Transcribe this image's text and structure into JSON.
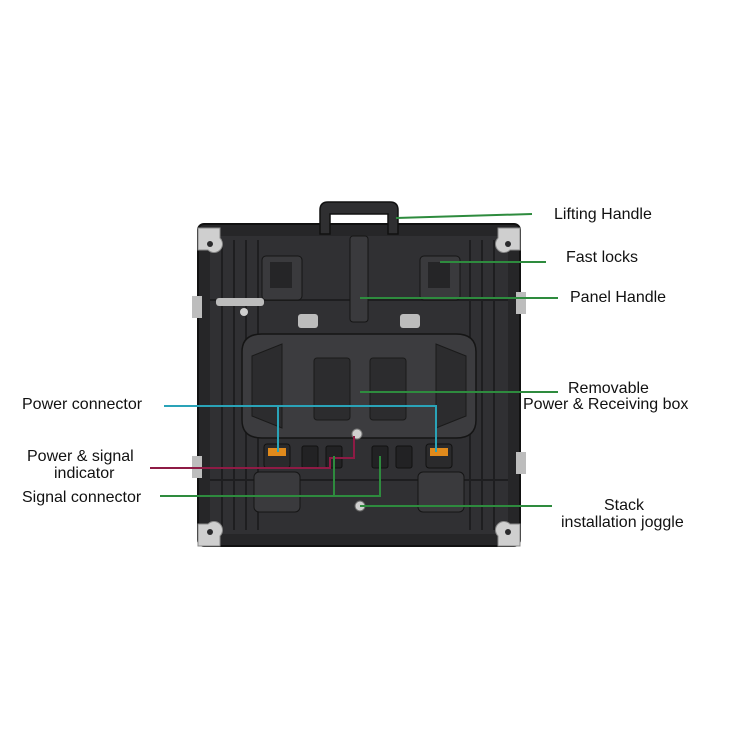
{
  "labels": {
    "lifting_handle": "Lifting Handle",
    "fast_locks": "Fast locks",
    "panel_handle": "Panel Handle",
    "removable_line1": "Removable",
    "removable_line2": "Power & Receiving box",
    "stack_line1": "Stack",
    "stack_line2": "installation joggle",
    "power_connector": "Power connector",
    "indicator_line1": "Power & signal",
    "indicator_line2": "indicator",
    "signal_connector": "Signal connector"
  },
  "colors": {
    "green_leader": "#2e8b3e",
    "cyan_leader": "#2aa3b8",
    "maroon_leader": "#8e1b45",
    "orange_connector": "#e08a1c",
    "cabinet_dark": "#2b2b2d",
    "box_body": "#3c3c3f"
  }
}
